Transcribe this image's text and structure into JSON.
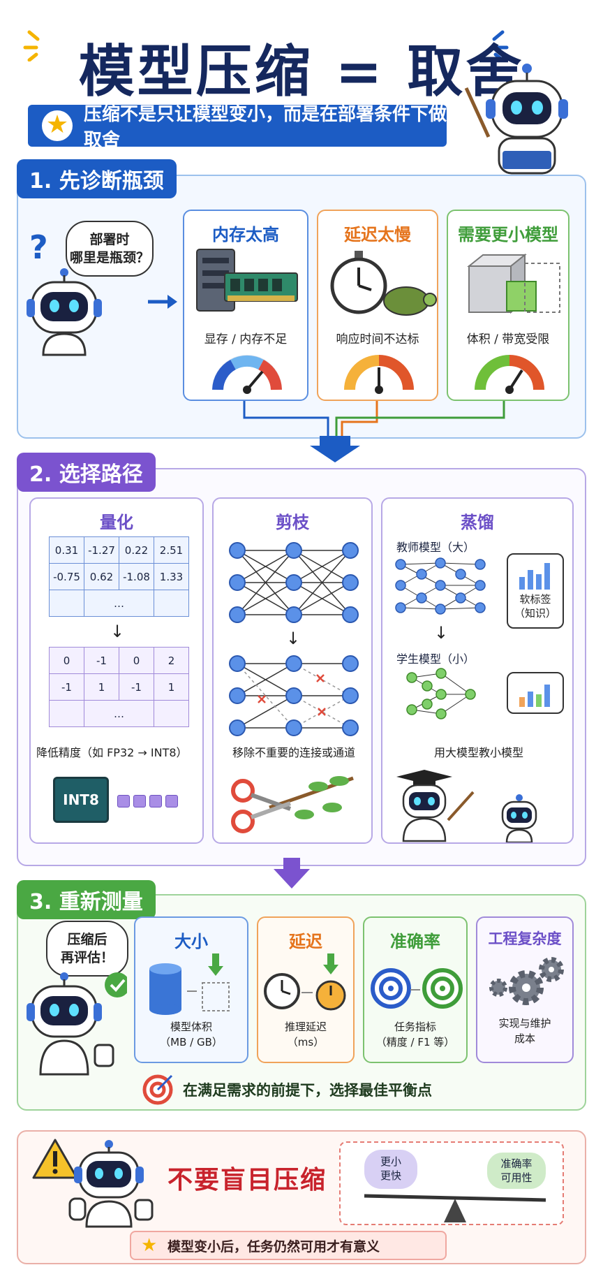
{
  "title": "模型压缩 = 取舍",
  "subtitle": "压缩不是只让模型变小，而是在部署条件下做取舍",
  "section1": {
    "tag": "1. 先诊断瓶颈",
    "bubble": "部署时\n哪里是瓶颈？",
    "cards": [
      {
        "title": "内存太高",
        "label": "显存 / 内存不足",
        "color": "#1c5cc4"
      },
      {
        "title": "延迟太慢",
        "label": "响应时间不达标",
        "color": "#e5741c"
      },
      {
        "title": "需要更小模型",
        "label": "体积 / 带宽受限",
        "color": "#3f9d3a"
      }
    ]
  },
  "section2": {
    "tag": "2. 选择路径",
    "quant": {
      "title": "量化",
      "fp_rows": [
        [
          "0.31",
          "-1.27",
          "0.22",
          "2.51"
        ],
        [
          "-0.75",
          "0.62",
          "-1.08",
          "1.33"
        ]
      ],
      "int_rows": [
        [
          "0",
          "-1",
          "0",
          "2"
        ],
        [
          "-1",
          "1",
          "-1",
          "1"
        ]
      ],
      "ellipsis": "…",
      "label": "降低精度（如 FP32 → INT8）",
      "chip": "INT8"
    },
    "prune": {
      "title": "剪枝",
      "label": "移除不重要的连接或通道"
    },
    "distill": {
      "title": "蒸馏",
      "teacher": "教师模型（大）",
      "student": "学生模型（小）",
      "soft": "软标签\n（知识）",
      "label": "用大模型教小模型"
    }
  },
  "section3": {
    "tag": "3. 重新测量",
    "bubble": "压缩后\n再评估！",
    "cards": [
      {
        "title": "大小",
        "label": "模型体积\n（MB / GB）",
        "color": "#1c5cc4"
      },
      {
        "title": "延迟",
        "label": "推理延迟\n（ms）",
        "color": "#e5741c"
      },
      {
        "title": "准确率",
        "label": "任务指标\n（精度 / F1 等）",
        "color": "#3f9d3a"
      },
      {
        "title": "工程复杂度",
        "label": "实现与维护\n成本",
        "color": "#6b4fc7"
      }
    ],
    "footer": "在满足需求的前提下，选择最佳平衡点"
  },
  "section4": {
    "warning": "不要盲目压缩",
    "left": "更小\n更快",
    "right": "准确率\n可用性",
    "footer": "模型变小后，任务仍然可用才有意义"
  }
}
